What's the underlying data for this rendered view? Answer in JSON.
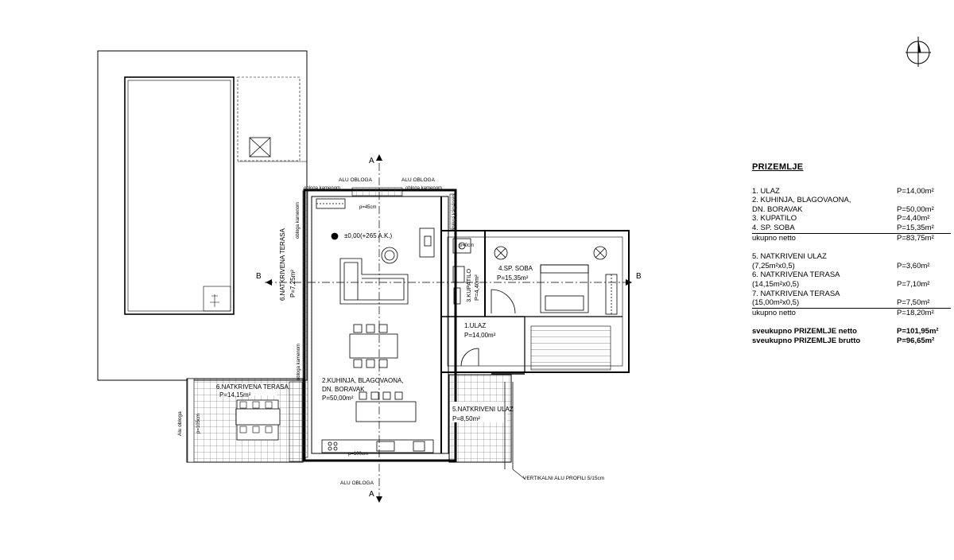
{
  "legend": {
    "title": "PRIZEMLJE",
    "rows": [
      {
        "name": "1.  ULAZ",
        "value": "P=14,00m²"
      },
      {
        "name": "2.  KUHINJA, BLAGOVAONA,",
        "value": ""
      },
      {
        "name": "     DN. BORAVAK",
        "value": "P=50,00m²"
      },
      {
        "name": "3.  KUPATILO",
        "value": "P=4,40m²"
      },
      {
        "name": "4.  SP. SOBA",
        "value": "P=15,35m²"
      },
      {
        "name": "ukupno netto",
        "value": "P=83,75m²"
      }
    ],
    "rows2": [
      {
        "name": "5.  NATKRIVENI ULAZ",
        "value": ""
      },
      {
        "name": "     (7,25m²x0,5)",
        "value": "P=3,60m²"
      },
      {
        "name": "6.  NATKRIVENA TERASA",
        "value": ""
      },
      {
        "name": "     (14,15m²x0,5)",
        "value": "P=7,10m²"
      },
      {
        "name": "7.  NATKRIVENA TERASA",
        "value": ""
      },
      {
        "name": "     (15,00m²x0,5)",
        "value": "P=7,50m²"
      },
      {
        "name": "ukupno netto",
        "value": "P=18,20m²"
      }
    ],
    "totals": [
      {
        "name": "sveukupno PRIZEMLJE netto",
        "value": "P=101,95m²"
      },
      {
        "name": "sveukupno PRIZEMLJE brutto",
        "value": "P=96,65m²"
      }
    ]
  },
  "plan": {
    "section_a": "A",
    "section_b": "B",
    "alu_obloga_1": "ALU OBLOGA",
    "alu_obloga_2": "ALU OBLOGA",
    "alu_obloga_bottom": "ALU OBLOGA",
    "alu_obloga_side": "Alu obloga",
    "obloga_kamenom_1": "obloga kamenom",
    "obloga_kamenom_2": "obloga kamenom",
    "obloga_kamenom_3": "obloga kamenom",
    "obloga_kamenom_4": "obloga kamenom",
    "obloga_kamenom_5": "obloga kamenom",
    "level": "±0,00(+265 A.K.)",
    "p45": "p=45cm",
    "p0": "p=0cm",
    "p100": "p=100cm",
    "p105": "p=105cm",
    "room_kupatilo": "3.KUPATILO",
    "room_kupatilo_area": "P=4,40m²",
    "room_soba": "4.SP. SOBA",
    "room_soba_area": "P=15,35m²",
    "room_ulaz": "1.ULAZ",
    "room_ulaz_area": "P=14,00m²",
    "room_kuhinja_1": "2.KUHINJA, BLAGOVAONA,",
    "room_kuhinja_2": "DN. BORAVAK",
    "room_kuhinja_area": "P=50,00m²",
    "room_terasa6": "6.NATKRIVENA TERASA",
    "room_terasa6_area": "P=7,25m²",
    "room_terasa7": "6.NATKRIVENA TERASA",
    "room_terasa7_area": "P=14,15m²",
    "room_ulaz5": "5.NATKRIVENI ULAZ",
    "room_ulaz5_area": "P=8,50m²",
    "vertikalni": "VERTIKALNI ALU PROFILI 5/15cm"
  }
}
